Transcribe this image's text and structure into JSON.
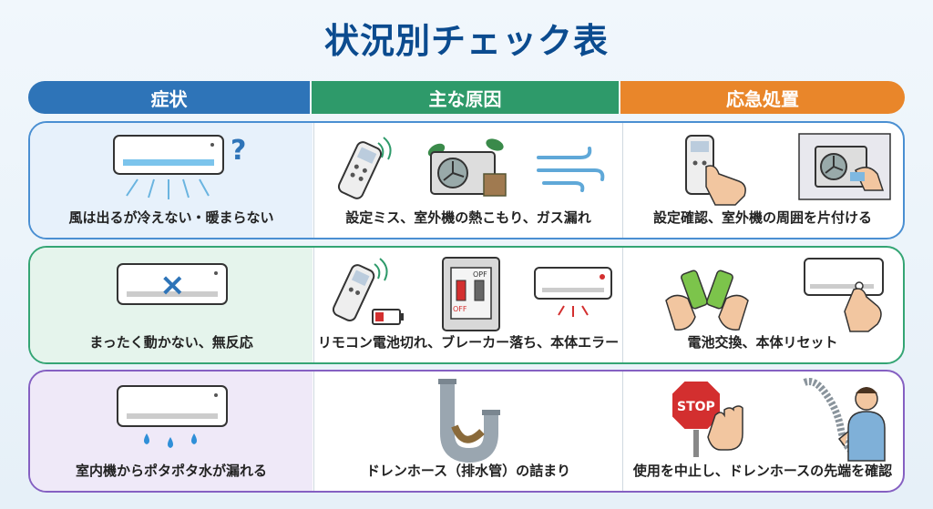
{
  "title": "状況別チェック表",
  "headers": {
    "symptom": "症状",
    "cause": "主な原因",
    "action": "応急処置"
  },
  "rows": [
    {
      "symptom": "風は出るが冷えない・暖まらない",
      "cause": "設定ミス、室外機の熱こもり、ガス漏れ",
      "action": "設定確認、室外機の周囲を片付ける",
      "icon_mark": "?"
    },
    {
      "symptom": "まったく動かない、無反応",
      "cause": "リモコン電池切れ、ブレーカー落ち、本体エラー",
      "action": "電池交換、本体リセット",
      "icon_mark": "×"
    },
    {
      "symptom": "室内機からポタポタ水が漏れる",
      "cause": "ドレンホース（排水管）の詰まり",
      "action": "使用を中止し、ドレンホースの先端を確認"
    }
  ],
  "breaker_labels": {
    "on": "OPF",
    "off": "OFF"
  },
  "stop_sign": "STOP",
  "colors": {
    "title": "#0b4b8f",
    "symptom": "#2e74b8",
    "cause": "#2e9a6a",
    "action": "#e9862a"
  }
}
